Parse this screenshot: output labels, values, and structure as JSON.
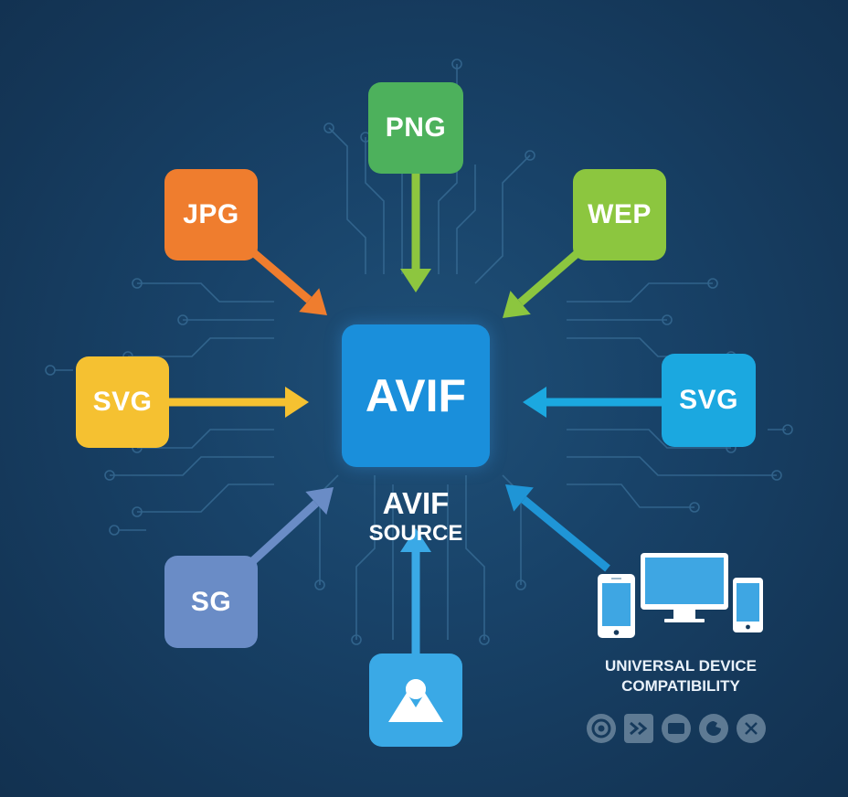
{
  "center": {
    "label": "AVIF",
    "color": "#1a8fdb"
  },
  "source_caption": {
    "line1": "AVIF",
    "line2": "SOURCE"
  },
  "formats": [
    {
      "id": "png",
      "label": "PNG",
      "color": "#4db15c",
      "arrow_color": "#8dc63f",
      "position": "top"
    },
    {
      "id": "jpg",
      "label": "JPG",
      "color": "#ef7d2e",
      "arrow_color": "#ef7d2e",
      "position": "top-left"
    },
    {
      "id": "wep",
      "label": "WEP",
      "color": "#8cc63f",
      "arrow_color": "#8cc63f",
      "position": "top-right"
    },
    {
      "id": "svg-left",
      "label": "SVG",
      "color": "#f5c131",
      "arrow_color": "#f5c131",
      "position": "left"
    },
    {
      "id": "svg-right",
      "label": "SVG",
      "color": "#1ba8e0",
      "arrow_color": "#1ba8e0",
      "position": "right"
    },
    {
      "id": "sg",
      "label": "SG",
      "color": "#6a8cc6",
      "arrow_color": "#6a8cc6",
      "position": "bottom-left"
    },
    {
      "id": "image",
      "label": "",
      "icon": "image-icon",
      "color": "#3aa9e6",
      "arrow_color": "#3aa9e6",
      "position": "bottom"
    }
  ],
  "devices": {
    "icons": [
      "smartphone-icon",
      "desktop-monitor-icon",
      "tablet-icon"
    ],
    "label_line1": "UNIVERSAL DEVICE",
    "label_line2": "COMPATIBILITY",
    "arrow_color": "#1f95d6"
  },
  "browser_icons": [
    "chrome-icon",
    "forward-chevrons-icon",
    "window-icon",
    "firefox-icon",
    "close-circle-icon"
  ]
}
